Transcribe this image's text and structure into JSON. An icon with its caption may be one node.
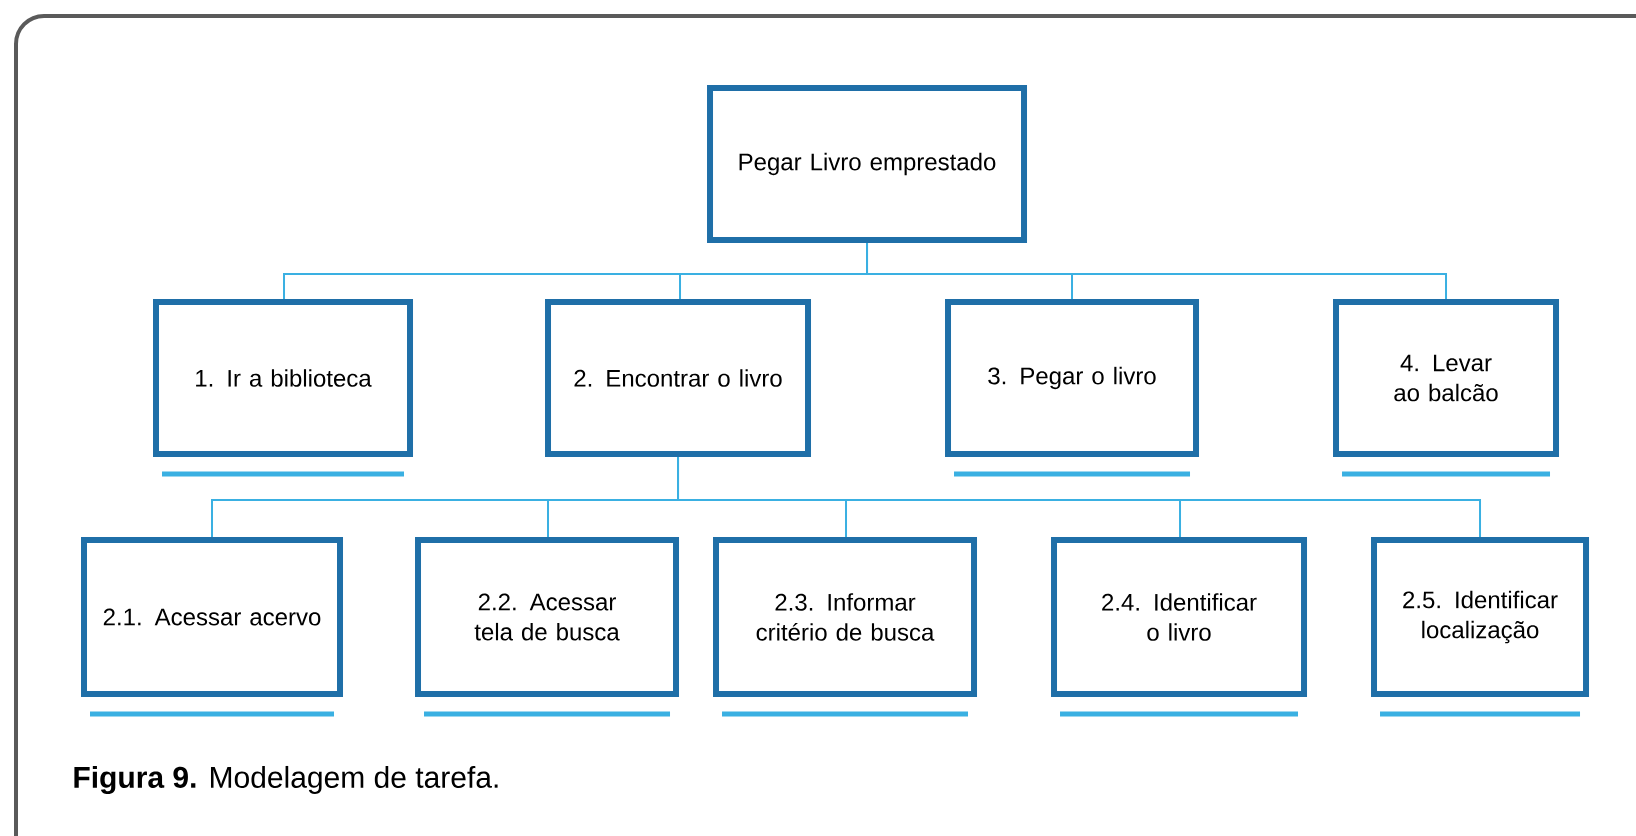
{
  "diagram": {
    "caption": "**Figura 9.** Modelagem de tarefa.",
    "nodes": [
      {
        "text": [
          "Pegar Livro emprestado"
        ]
      },
      {
        "text": [
          "1. Ir a biblioteca"
        ]
      },
      {
        "text": [
          "2. Encontrar o livro"
        ]
      },
      {
        "text": [
          "3. Pegar o livro"
        ]
      },
      {
        "text": [
          "4. Levar ao balcão"
        ]
      },
      {
        "text": [
          "2.1. Acessar acervo"
        ]
      },
      {
        "text": [
          "2.2. Acessar tela de busca"
        ]
      },
      {
        "text": [
          "2.3. Informar critério de busca"
        ]
      },
      {
        "text": [
          "2.4. Identificar o livro"
        ]
      },
      {
        "text": [
          "2.5. Identificar localização"
        ]
      }
    ],
    "edges": [
      {
        "from": 0,
        "to": 1,
        "arrow": "none"
      },
      {
        "from": 0,
        "to": 2,
        "arrow": "none"
      },
      {
        "from": 0,
        "to": 3,
        "arrow": "none"
      },
      {
        "from": 0,
        "to": 4,
        "arrow": "none"
      },
      {
        "from": 2,
        "to": 5,
        "arrow": "none"
      },
      {
        "from": 2,
        "to": 6,
        "arrow": "none"
      },
      {
        "from": 2,
        "to": 7,
        "arrow": "none"
      },
      {
        "from": 2,
        "to": 8,
        "arrow": "none"
      },
      {
        "from": 2,
        "to": 9,
        "arrow": "none"
      }
    ]
  }
}
